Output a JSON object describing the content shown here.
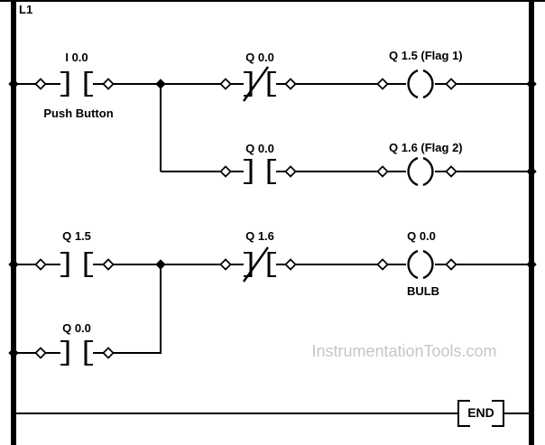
{
  "diagram": {
    "power_rail_label": "L1",
    "watermark": "InstrumentationTools.com",
    "end_block_label": "END",
    "rung1": {
      "contact1": {
        "tag": "I 0.0",
        "name": "Push Button",
        "type": "NO"
      },
      "contact2": {
        "tag": "Q 0.0",
        "type": "NC"
      },
      "coil": {
        "tag": "Q 1.5 (Flag 1)"
      }
    },
    "rung1_branch": {
      "contact1": {
        "tag": "Q 0.0",
        "type": "NO"
      },
      "coil": {
        "tag": "Q 1.6 (Flag 2)"
      }
    },
    "rung2": {
      "contact1": {
        "tag": "Q 1.5",
        "type": "NO"
      },
      "contact2": {
        "tag": "Q 1.6",
        "type": "NC"
      },
      "coil": {
        "tag": "Q 0.0",
        "name": "BULB"
      }
    },
    "rung2_branch": {
      "contact1": {
        "tag": "Q 0.0",
        "type": "NO"
      }
    }
  },
  "colors": {
    "line": "#000000",
    "background": "#ffffff",
    "watermark": "#c6c6cb"
  }
}
